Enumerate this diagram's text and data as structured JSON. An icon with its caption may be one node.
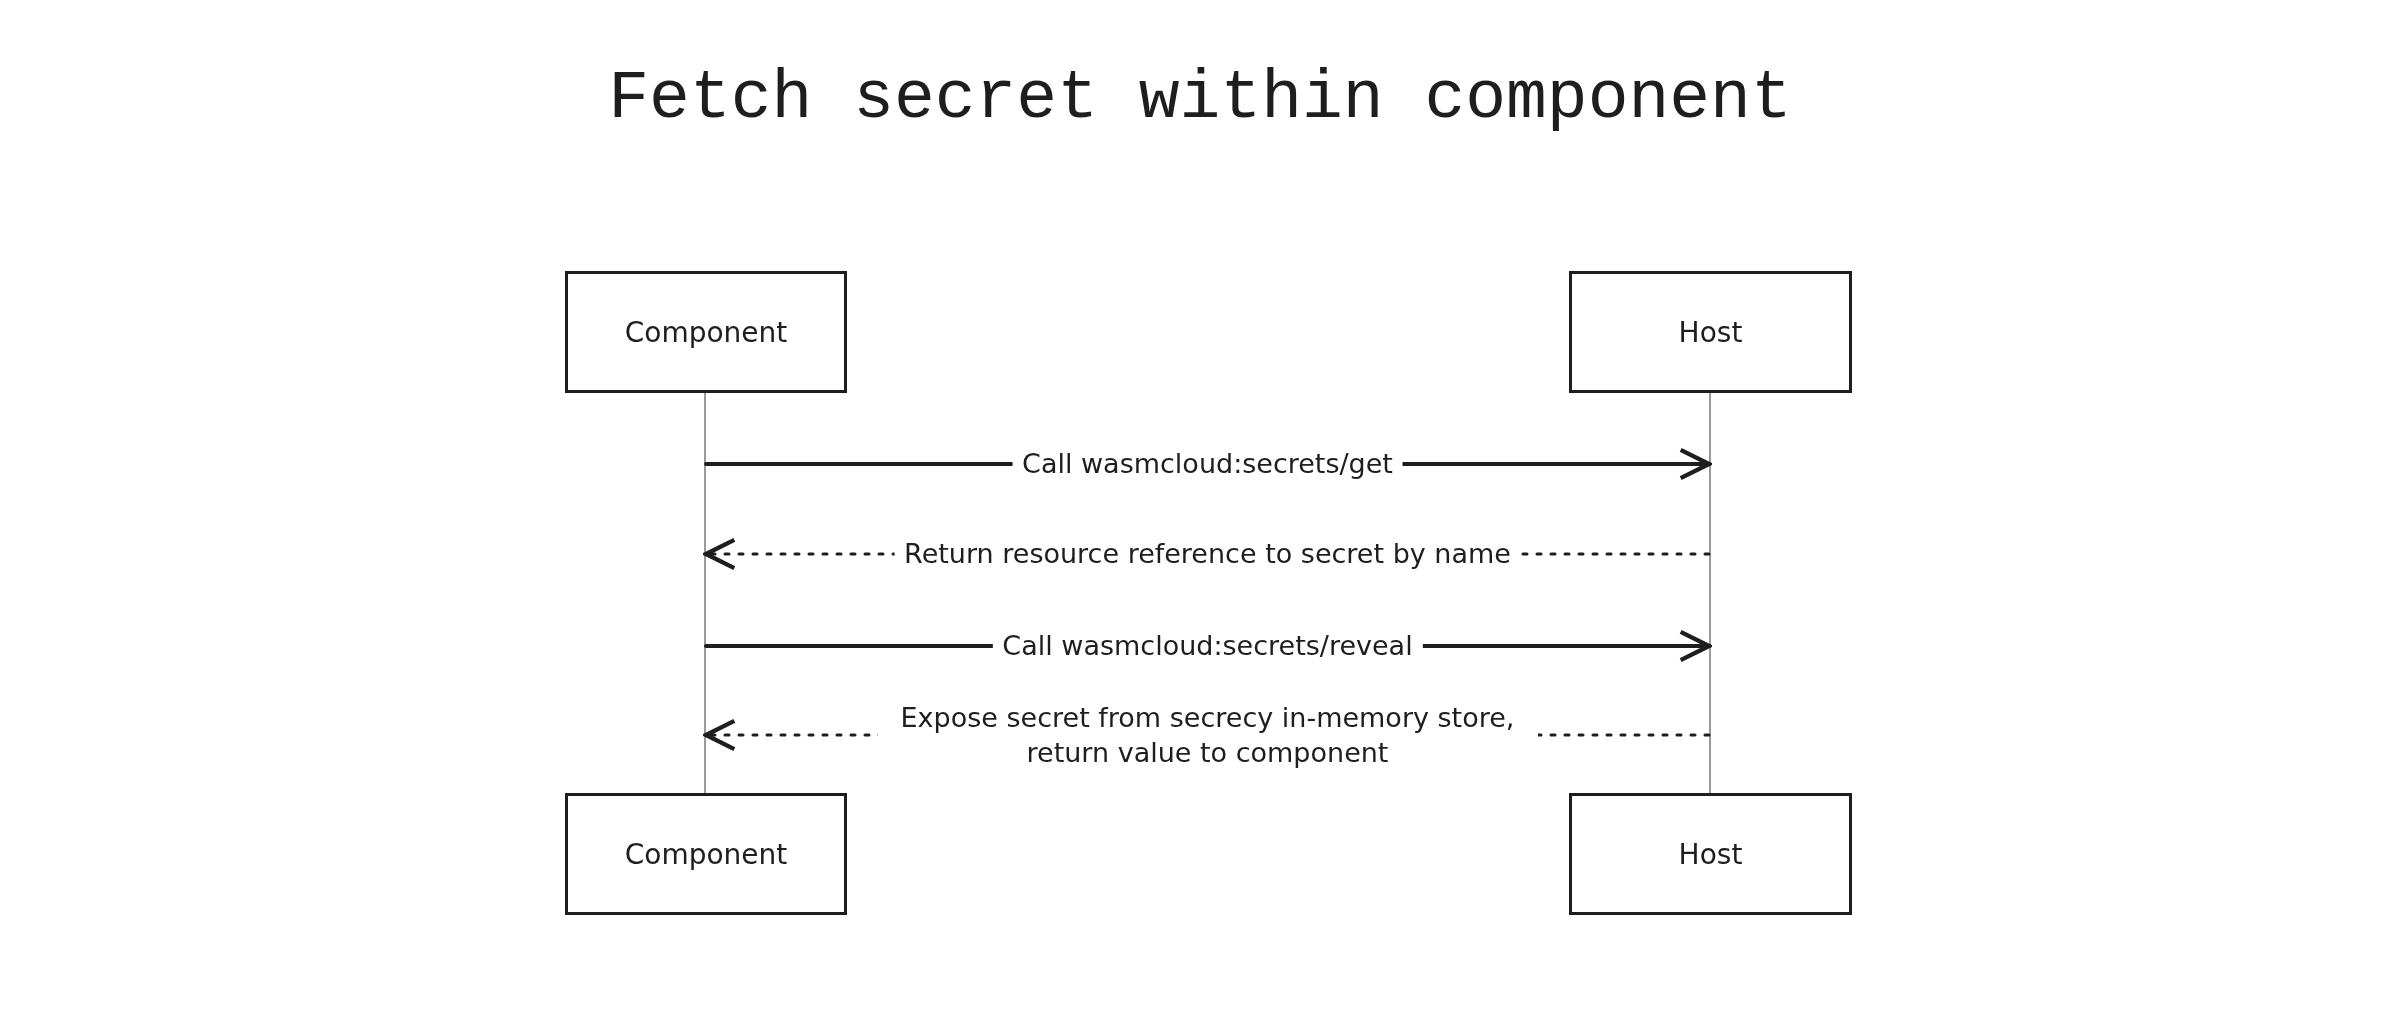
{
  "diagram": {
    "title": "Fetch secret within component",
    "nodes": [
      {
        "text": [
          "Component"
        ]
      },
      {
        "text": [
          "Host"
        ]
      },
      {
        "text": [
          "Component"
        ]
      },
      {
        "text": [
          "Host"
        ]
      },
      {
        "text": [],
        "shape": "bar"
      },
      {
        "text": [],
        "shape": "bar"
      }
    ],
    "edges": [
      {
        "from": 4,
        "to": 5,
        "arrow": "to",
        "label": "Call wasmcloud:secrets/get"
      },
      {
        "from": 5,
        "to": 4,
        "arrow": "to",
        "label": "Return resource reference to secret by name",
        "style": "dashed"
      },
      {
        "from": 4,
        "to": 5,
        "arrow": "to",
        "label": "Call wasmcloud:secrets/reveal"
      },
      {
        "from": 5,
        "to": 4,
        "arrow": "to",
        "label": "Expose secret from secrecy in-memory store, return value to component",
        "style": "dashed"
      }
    ]
  }
}
